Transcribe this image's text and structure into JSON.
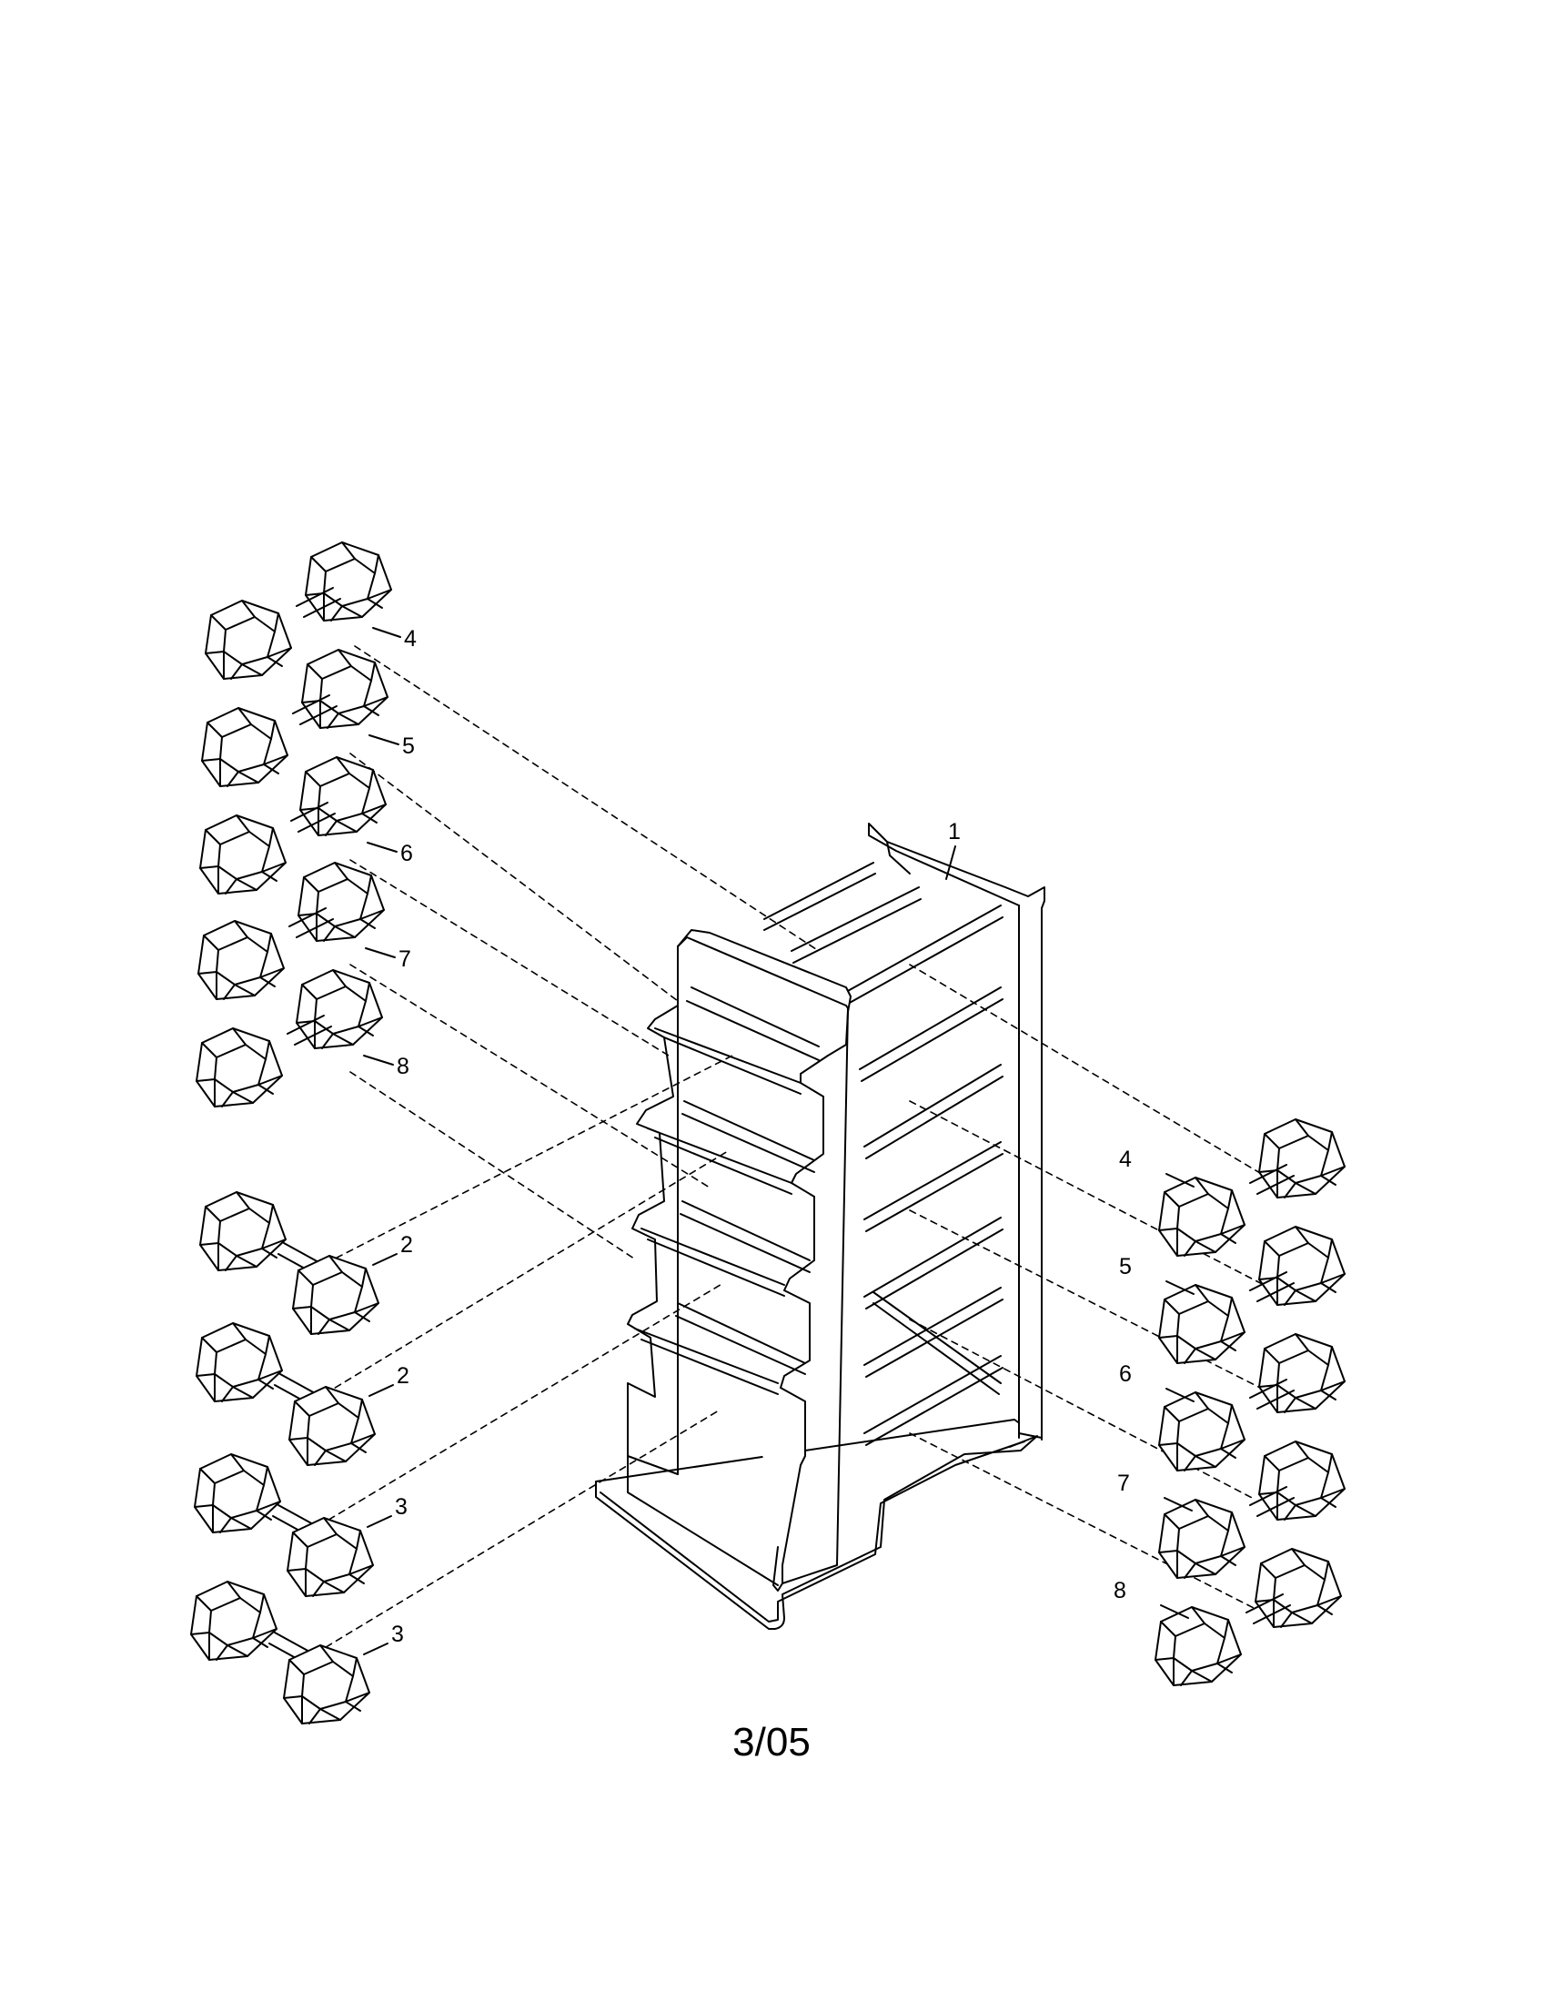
{
  "rack": {
    "part_number": "1"
  },
  "dumbbells_left_upper": [
    "4",
    "5",
    "6",
    "7",
    "8"
  ],
  "dumbbells_left_lower": [
    "2",
    "2",
    "3",
    "3"
  ],
  "dumbbells_right": [
    "4",
    "5",
    "6",
    "7",
    "8"
  ],
  "footer": {
    "date_code": "3/05"
  },
  "colors": {
    "line": "#000000",
    "background": "#ffffff"
  }
}
